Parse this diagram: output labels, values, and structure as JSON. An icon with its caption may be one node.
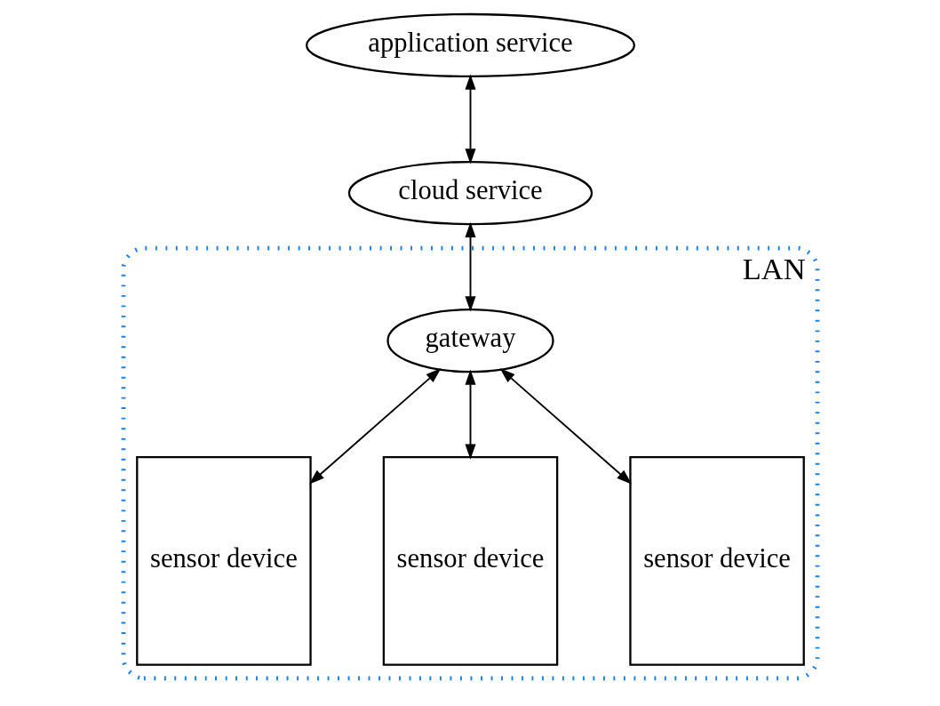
{
  "diagram": {
    "nodes": [
      {
        "text": [
          "application service"
        ]
      },
      {
        "text": [
          "cloud service"
        ]
      },
      {
        "text": [
          "LAN"
        ]
      },
      {
        "text": [
          "gateway"
        ],
        "in": 2
      },
      {
        "text": [
          "sensor device"
        ],
        "in": 2
      },
      {
        "text": [
          "sensor device"
        ],
        "in": 2
      },
      {
        "text": [
          "sensor device"
        ],
        "in": 2
      }
    ],
    "edges": [
      {
        "from": 0,
        "to": 1,
        "arrow": "both"
      },
      {
        "from": 1,
        "to": 3,
        "arrow": "both"
      },
      {
        "from": 3,
        "to": 4,
        "arrow": "both"
      },
      {
        "from": 3,
        "to": 5,
        "arrow": "both"
      },
      {
        "from": 3,
        "to": 6,
        "arrow": "both"
      }
    ]
  }
}
